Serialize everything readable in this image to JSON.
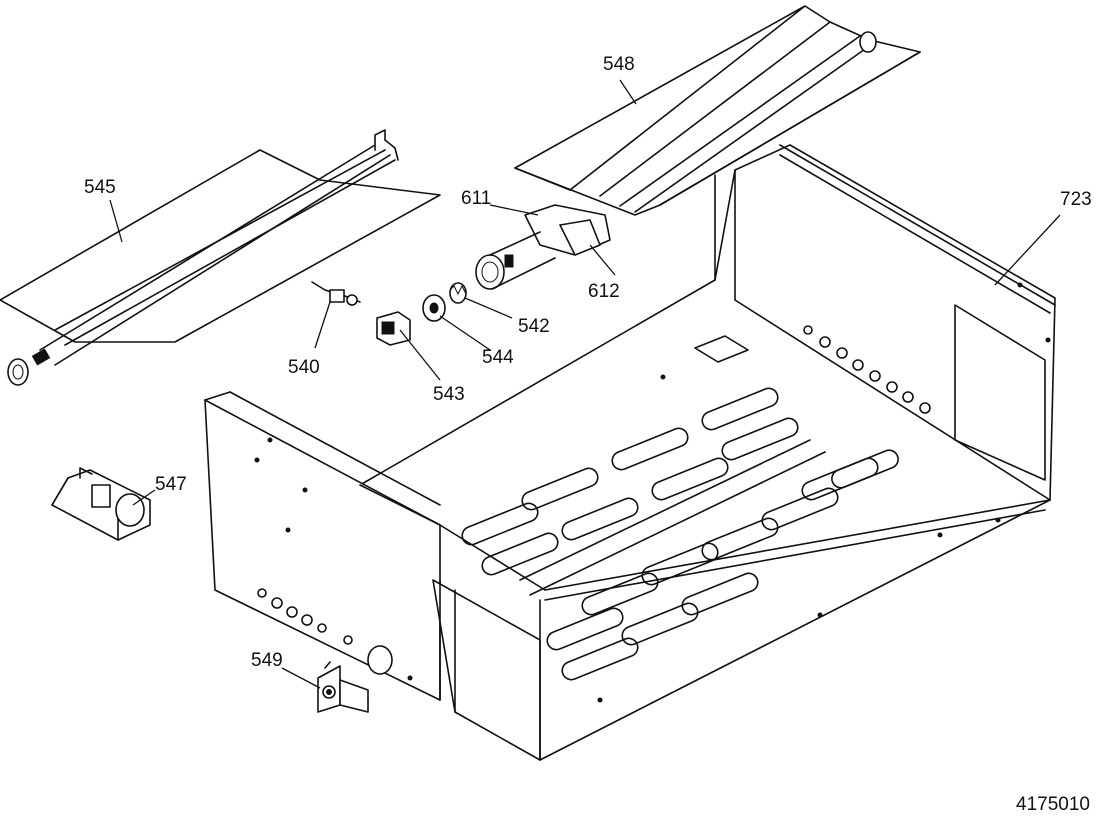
{
  "callouts": {
    "c548": "548",
    "c545": "545",
    "c611": "611",
    "c723": "723",
    "c612": "612",
    "c542": "542",
    "c544": "544",
    "c540": "540",
    "c543": "543",
    "c547": "547",
    "c549": "549"
  },
  "drawing_number": "4175010"
}
